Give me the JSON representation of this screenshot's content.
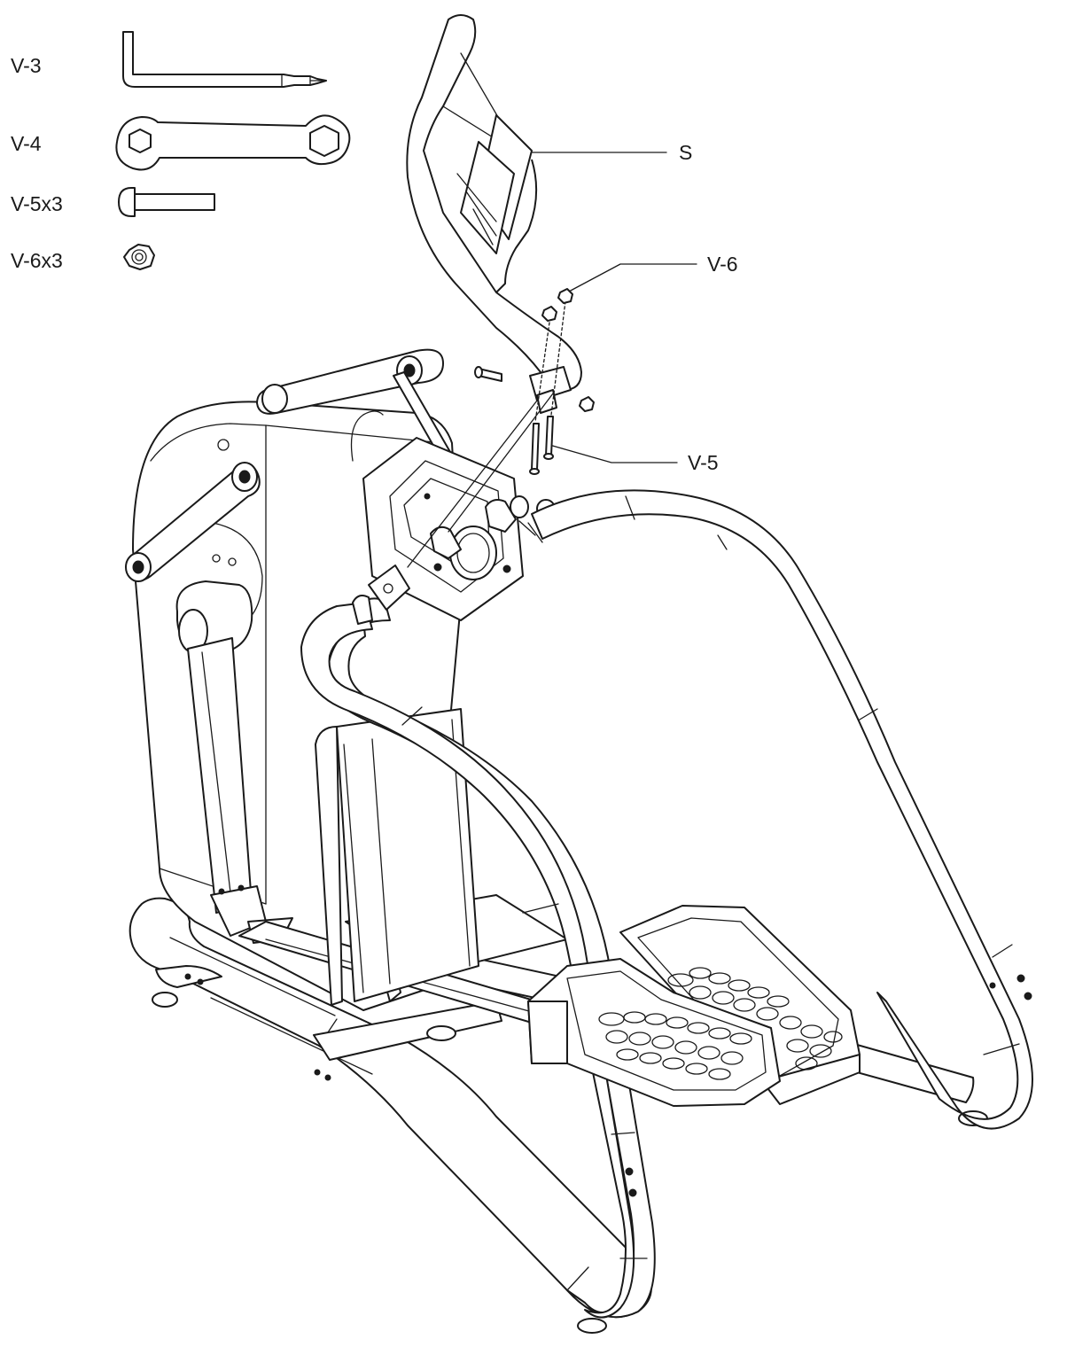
{
  "parts_list": [
    {
      "label": "V-3",
      "icon": "allen-key-icon"
    },
    {
      "label": "V-4",
      "icon": "double-wrench-icon"
    },
    {
      "label": "V-5x3",
      "icon": "bolt-icon"
    },
    {
      "label": "V-6x3",
      "icon": "hex-nut-icon"
    }
  ],
  "callouts": {
    "s": "S",
    "v6": "V-6",
    "v5": "V-5"
  }
}
